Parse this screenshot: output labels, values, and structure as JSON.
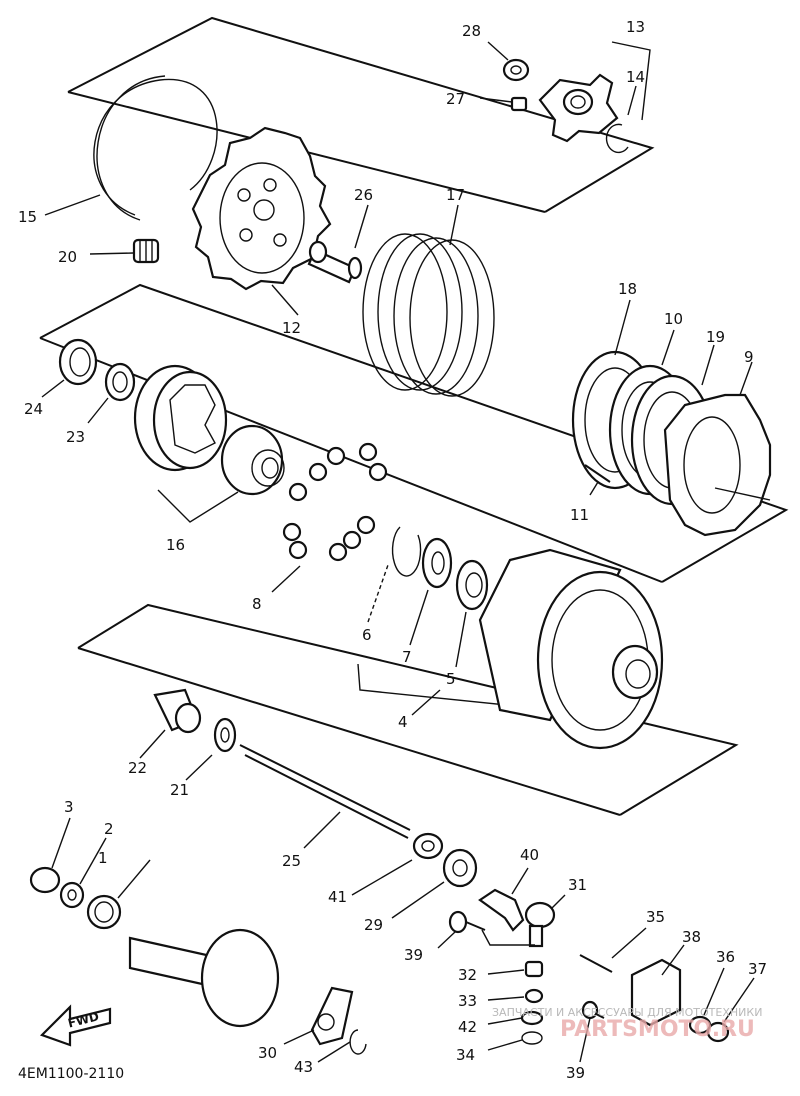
{
  "callouts": [
    "1",
    "2",
    "3",
    "4",
    "5",
    "6",
    "7",
    "8",
    "9",
    "10",
    "11",
    "12",
    "13",
    "14",
    "15",
    "16",
    "17",
    "18",
    "19",
    "20",
    "21",
    "22",
    "23",
    "24",
    "25",
    "26",
    "27",
    "28",
    "29",
    "30",
    "31",
    "32",
    "33",
    "34",
    "35",
    "36",
    "37",
    "38",
    "39",
    "40",
    "41",
    "42",
    "43"
  ],
  "part_code": "4EM1100-2110",
  "fwd_label": "FWD",
  "watermark": {
    "line1": "ЗАПЧАСТИ И АКСЕССУАРЫ ДЛЯ МОТОТЕХНИКИ",
    "line2": "PARTSMOTO.RU"
  }
}
